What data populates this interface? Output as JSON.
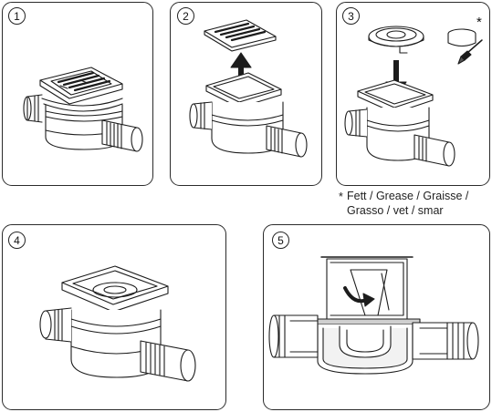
{
  "steps": [
    {
      "number": "1"
    },
    {
      "number": "2"
    },
    {
      "number": "3"
    },
    {
      "number": "4"
    },
    {
      "number": "5"
    }
  ],
  "grease_marker": "*",
  "note": {
    "marker": "*",
    "line1": "Fett / Grease / Graisse /",
    "line2": "Grasso / vet / smar"
  }
}
